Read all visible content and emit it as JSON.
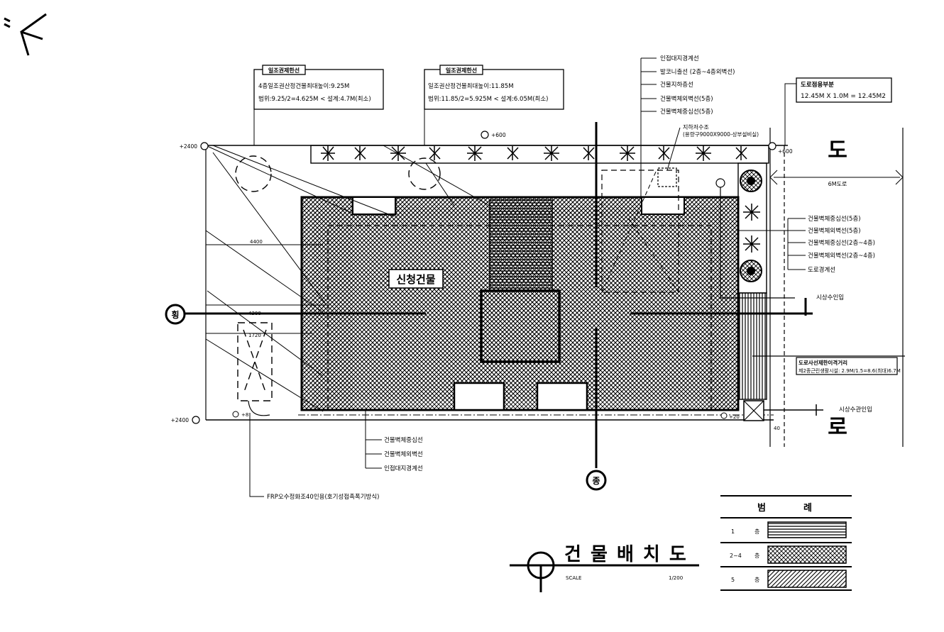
{
  "notes": {
    "sunlight_1": {
      "label": "일조권제한선",
      "line1": "4층일조권산정건물최대높이:9.25M",
      "line2": "범위:9.25/2=4.625M < 설계:4.7M(최소)"
    },
    "sunlight_2": {
      "label": "일조권제한선",
      "line1": "일조권산정건물최대높이:11.85M",
      "line2": "범위:11.85/2=5.925M < 설계:6.05M(최소)"
    },
    "top_legend": [
      "인접대지경계선",
      "발코니출선 (2층~4층외벽선)",
      "건물지하층선",
      "건물벽체외벽선(5층)",
      "건물벽체중심선(5층)"
    ],
    "junction_note": {
      "line1": "지하저수조",
      "line2": "(용량구9000X9000-상부설비실)"
    },
    "road_area": {
      "label": "도로점용부분",
      "formula": "12.45M X 1.0M = 12.45M2"
    },
    "right_legend": [
      "건물벽체중심선(5층)",
      "건물벽체외벽선(5층)",
      "건물벽체중심선(2층~4층)",
      "건물벽체외벽선(2층~4층)",
      "도로경계선"
    ],
    "water_in_top": "시상수인입",
    "setback": {
      "label": "도로사선제한이격거리",
      "formula": "제2종근린생활시설: 2.9M/1.5=8.6(최대)6.7M"
    },
    "water_in_bottom": "시상수관인입",
    "bottom_legend": [
      "건물벽체중심선",
      "건물벽체외벽선",
      "인접대지경계선"
    ],
    "septic": "FRP오수정화조40인용(호기성접촉폭기방식)"
  },
  "building_label": "신청건물",
  "road": {
    "char1": "도",
    "char2": "로",
    "width": "6M도로"
  },
  "elevations": {
    "tl": "+2400",
    "bl": "+2400",
    "top_mid": "+600",
    "top_right": "+600",
    "bl_small": "+8",
    "br_small": "+20",
    "right_40": "40"
  },
  "dims": [
    "4400",
    "4300",
    "1720"
  ],
  "markers": {
    "horizontal": "횡",
    "vertical": "종"
  },
  "title": {
    "text": "건 물 배 치 도",
    "scale_label": "SCALE",
    "scale": "1/200"
  },
  "legend": {
    "header1": "범",
    "header2": "례",
    "rows": [
      {
        "floor": "1",
        "unit": "층",
        "pattern": "horizontal"
      },
      {
        "floor": "2~4",
        "unit": "층",
        "pattern": "crosshatch"
      },
      {
        "floor": "5",
        "unit": "층",
        "pattern": "diagonal"
      }
    ]
  }
}
